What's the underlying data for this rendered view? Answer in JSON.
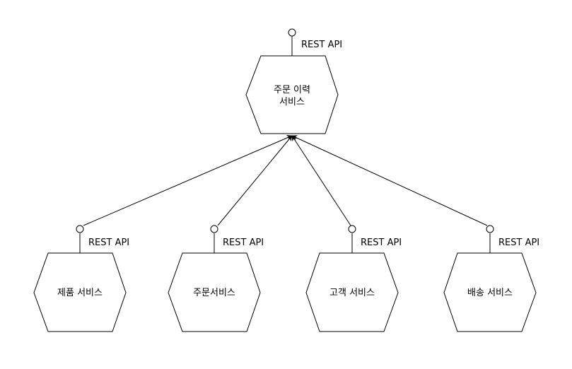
{
  "top_service": {
    "label_line1": "주문 이력",
    "label_line2": "서비스",
    "api_label": "REST API"
  },
  "services": [
    {
      "label": "제품 서비스",
      "api_label": "REST API"
    },
    {
      "label": "주문서비스",
      "api_label": "REST API"
    },
    {
      "label": "고객 서비스",
      "api_label": "REST API"
    },
    {
      "label": "배송 서비스",
      "api_label": "REST API"
    }
  ]
}
